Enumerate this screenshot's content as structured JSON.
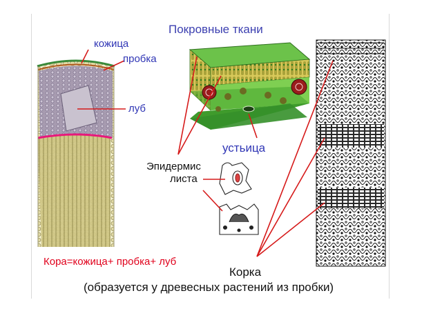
{
  "labels": {
    "title": "Покровные ткани",
    "kozhitsa": "кожица",
    "probka": "пробка",
    "lub": "луб",
    "ustitsa": "устьица",
    "epidermis_line1": "Эпидермис",
    "epidermis_line2": "листа",
    "bark_formula": "Кора=кожица+ пробка+ луб",
    "korka": "Корка",
    "korka_note": "(образуется у древесных растений из пробки)"
  },
  "colors": {
    "title": "#3b3fb0",
    "blue_label": "#2f35b5",
    "pointer_red": "#d61a1a",
    "formula_red": "#e0001b",
    "leaf_green": "#3f9b2c",
    "wood_yellow": "#c9c077",
    "bast_purple": "#8c7e9a"
  }
}
